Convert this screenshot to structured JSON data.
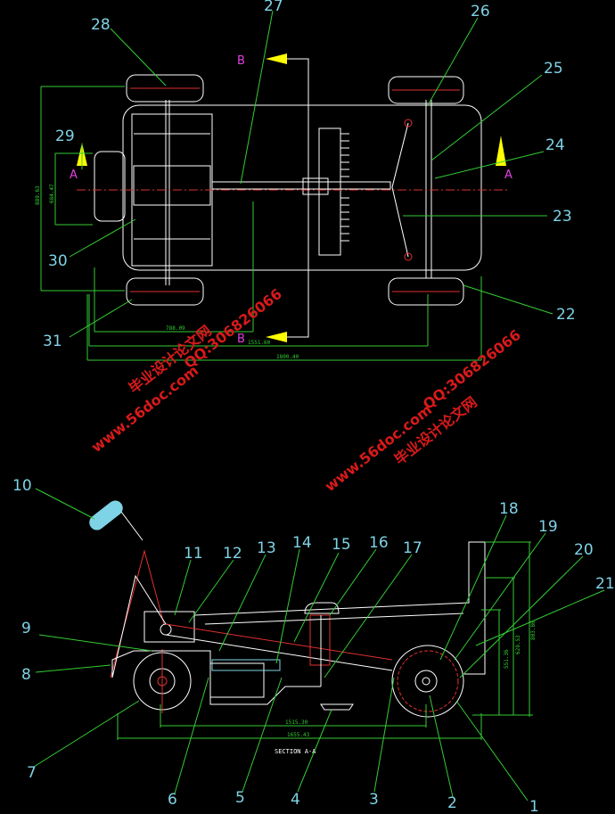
{
  "top_view": {
    "part_labels": {
      "p28": "28",
      "p27": "27",
      "p26": "26",
      "p25": "25",
      "p24": "24",
      "p29": "29",
      "p23": "23",
      "p30": "30",
      "p22": "22",
      "p31": "31"
    },
    "section_marks": {
      "b_top": "B",
      "b_bottom": "B",
      "a_left": "A",
      "a_right": "A"
    },
    "dimensions": {
      "d1": "788.09",
      "d2": "1551.60",
      "d3": "1800.40",
      "d4": "889.63",
      "d5": "684.47"
    }
  },
  "side_view": {
    "part_labels": {
      "p10": "10",
      "p11": "11",
      "p12": "12",
      "p13": "13",
      "p14": "14",
      "p15": "15",
      "p16": "16",
      "p17": "17",
      "p18": "18",
      "p19": "19",
      "p20": "20",
      "p21": "21",
      "p9": "9",
      "p8": "8",
      "p7": "7",
      "p6": "6",
      "p5": "5",
      "p4": "4",
      "p3": "3",
      "p2": "2",
      "p1": "1"
    },
    "dimensions": {
      "d1": "1515.30",
      "d2": "1655.43",
      "d3": "551.36",
      "d4": "629.53",
      "d5": "803.80"
    },
    "section_title": "SECTION A-A"
  },
  "watermarks": {
    "site_url": "www.56doc.com",
    "site_name": "毕业设计论文网",
    "qq": "QQ:306826066"
  },
  "colors": {
    "background": "#000000",
    "label": "#7fd3e6",
    "drawing": "#ffffff",
    "centerline": "#e03030",
    "dimension": "#33cc33",
    "leader": "#33cc33",
    "section_mark": "#e040e0",
    "arrow": "#ffff00",
    "watermark": "#d81a1a"
  }
}
